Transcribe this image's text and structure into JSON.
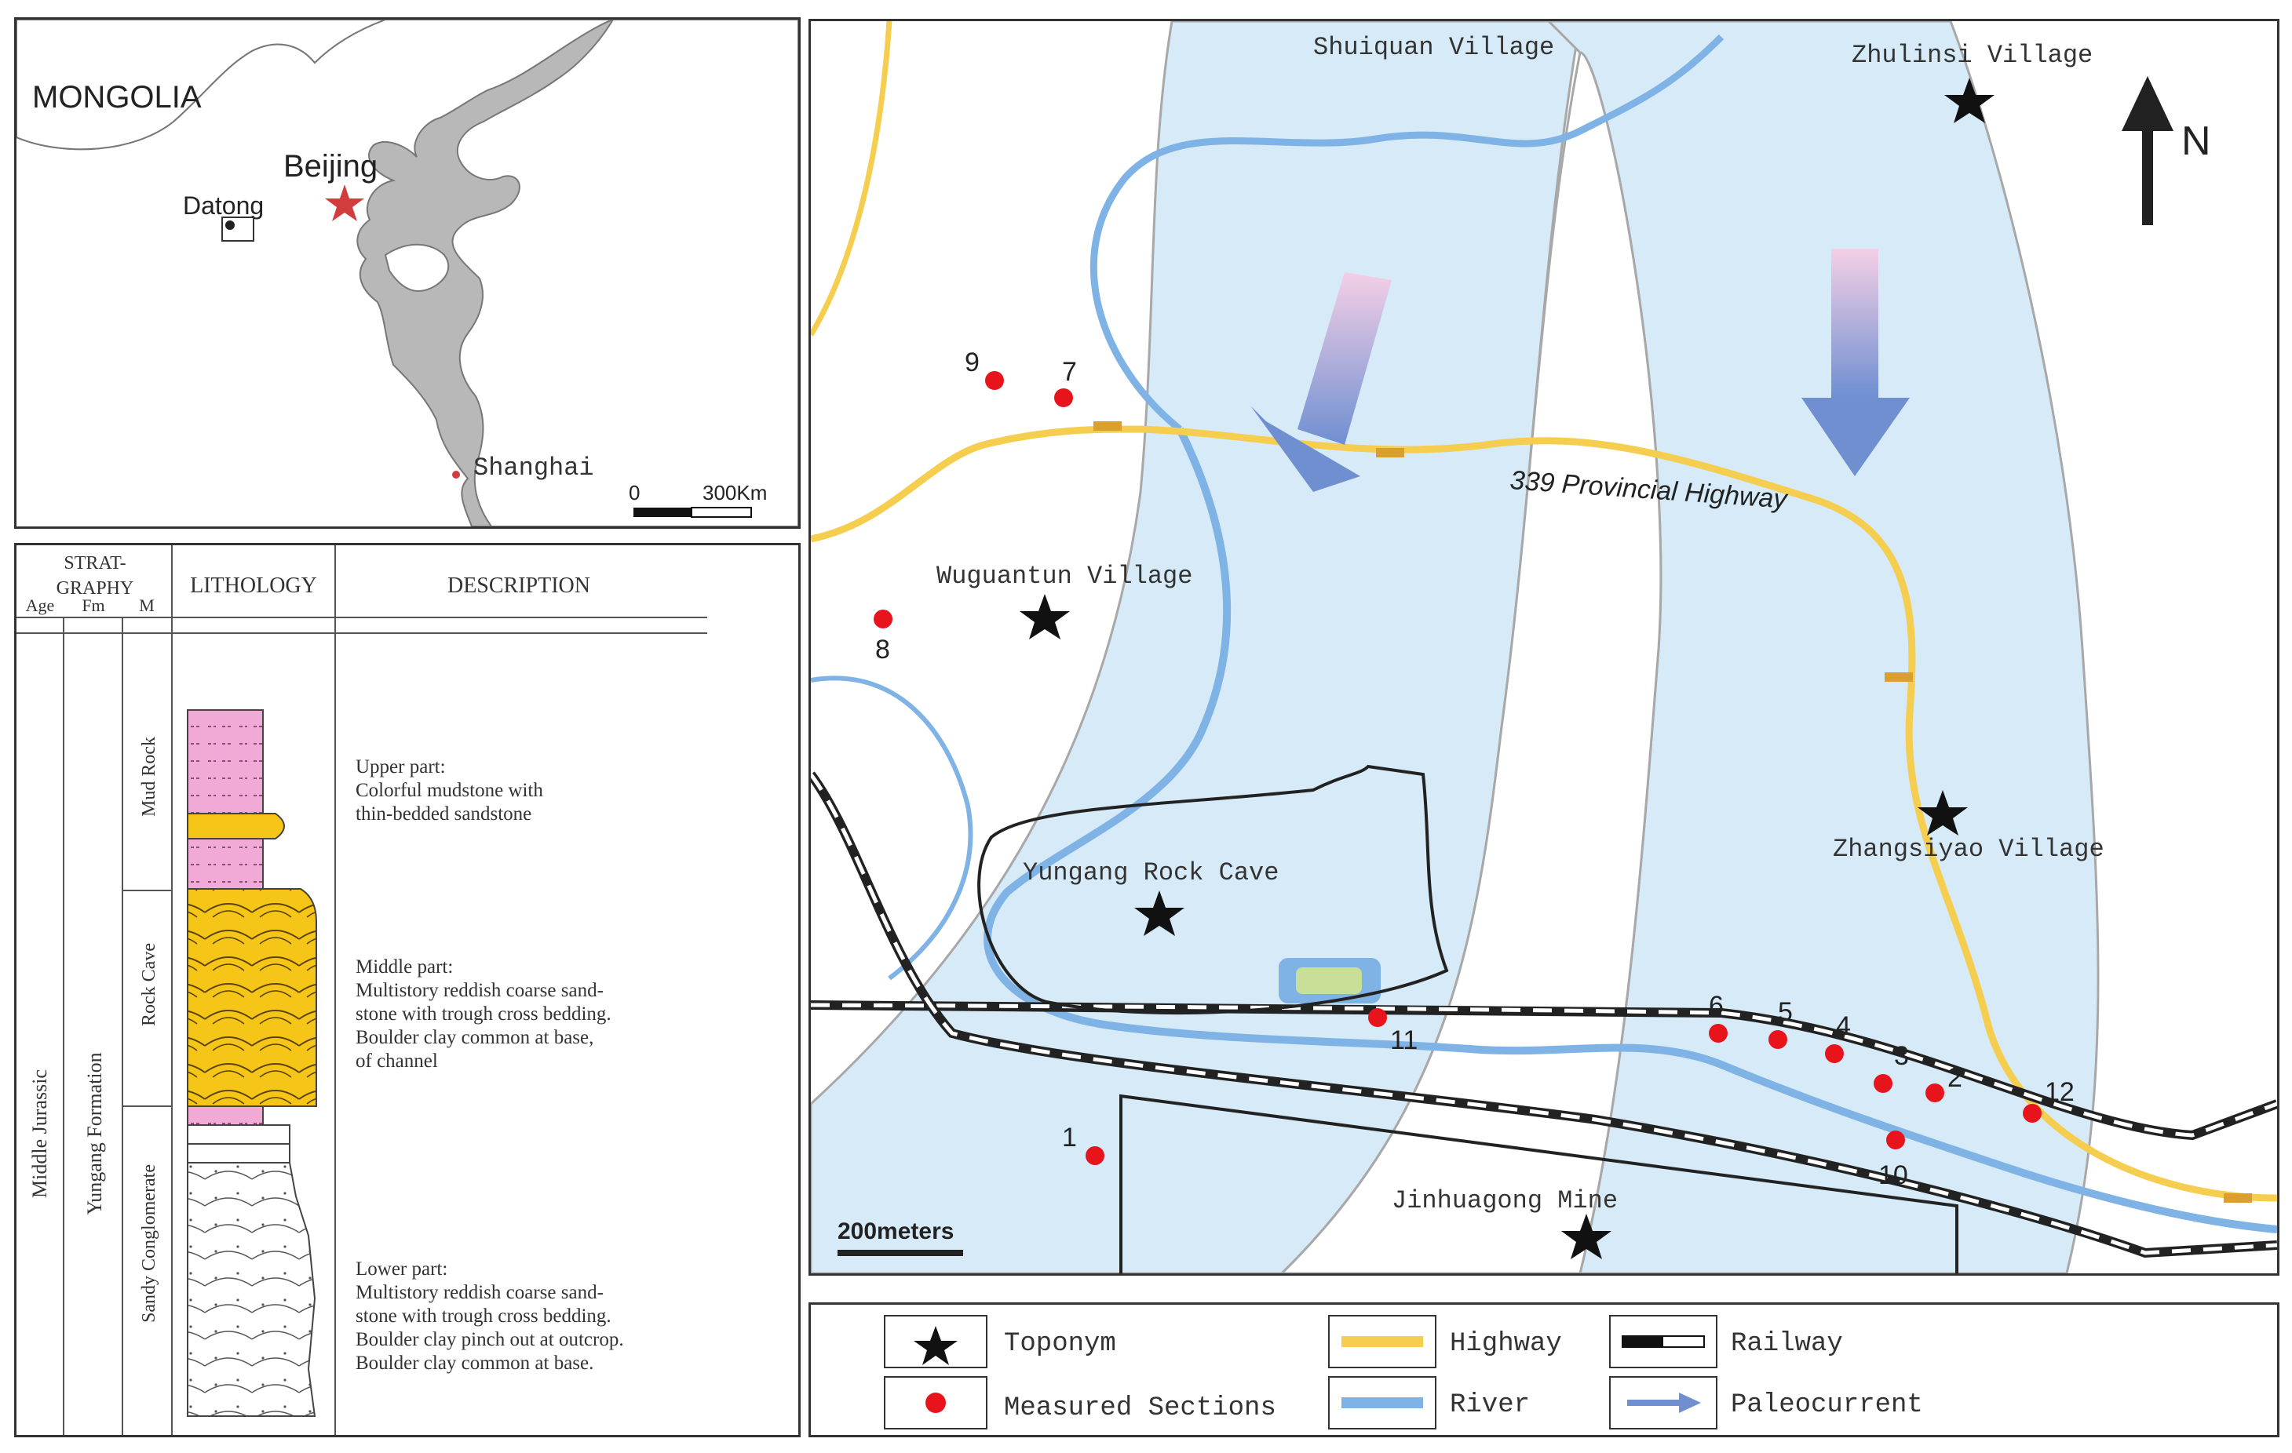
{
  "inset_map": {
    "labels": {
      "mongolia": "MONGOLIA",
      "beijing": "Beijing",
      "datong": "Datong",
      "shanghai": "Shanghai"
    },
    "scale": {
      "zero": "0",
      "end": "300Km"
    },
    "colors": {
      "land": "#b8b8b8",
      "sea": "#ffffff",
      "star": "#d23c3c"
    }
  },
  "strat_column": {
    "headers": {
      "stratigraphy_line1": "STRAT-",
      "stratigraphy_line2": "GRAPHY",
      "age": "Age",
      "fm": "Fm",
      "m": "M",
      "lithology": "LITHOLOGY",
      "description": "DESCRIPTION"
    },
    "age": "Middle Jurassic",
    "formation": "Yungang Formation",
    "members": [
      "Mud Rock",
      "Rock Cave",
      "Sandy Conglomerate"
    ],
    "descriptions": [
      {
        "title": "Upper part:",
        "lines": [
          "Colorful mudstone with",
          "thin-bedded sandstone"
        ]
      },
      {
        "title": "Middle part:",
        "lines": [
          "Multistory reddish coarse sand-",
          "stone with trough cross bedding.",
          "Boulder clay common at base,",
          "of channel"
        ]
      },
      {
        "title": "Lower part:",
        "lines": [
          "Multistory reddish coarse sand-",
          "stone with trough cross bedding.",
          "Boulder clay pinch out at outcrop.",
          "Boulder clay common at base."
        ]
      }
    ],
    "colors": {
      "mud": "#f1a9d6",
      "sand": "#f5c518",
      "conglomerate": "#ffffff"
    }
  },
  "main_map": {
    "places": {
      "shuiquan": "Shuiquan Village",
      "zhulinsi": "Zhulinsi Village",
      "wuguantun": "Wuguantun Village",
      "zhangsiyao": "Zhangsiyao Village",
      "yungang": "Yungang Rock Cave",
      "jinhuagong": "Jinhuagong Mine"
    },
    "highway_label": "339 Provincial Highway",
    "north": "N",
    "scale_label": "200meters",
    "sections": [
      "1",
      "2",
      "3",
      "4",
      "5",
      "6",
      "7",
      "8",
      "9",
      "10",
      "11",
      "12"
    ],
    "colors": {
      "channel": "#d6ebf7",
      "river": "#7fb2e5",
      "highway": "#f5cd4f",
      "section": "#e8141c",
      "arrow": "#6f8fd1"
    }
  },
  "legend": {
    "toponym": "Toponym",
    "measured_sections": "Measured Sections",
    "highway": "Highway",
    "river": "River",
    "railway": "Railway",
    "paleocurrent": "Paleocurrent"
  }
}
